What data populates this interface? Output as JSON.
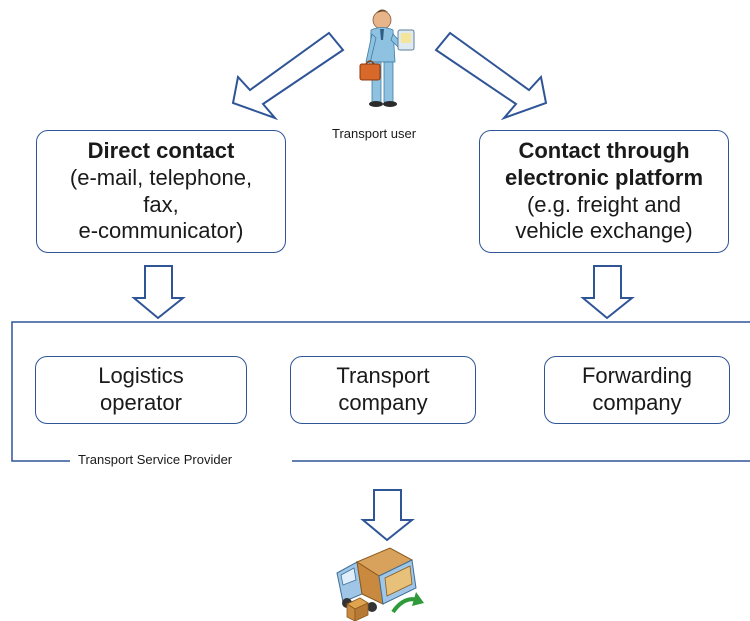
{
  "user": {
    "label": "Transport user"
  },
  "direct_contact": {
    "title": "Direct contact",
    "line1": "(e-mail, telephone,",
    "line2": "fax,",
    "line3": "e-communicator)"
  },
  "platform_contact": {
    "title_line1": "Contact through",
    "title_line2": "electronic platform",
    "line1": "(e.g. freight and",
    "line2": "vehicle exchange)"
  },
  "providers": {
    "group_label": "Transport Service Provider",
    "items": [
      {
        "line1": "Logistics",
        "line2": "operator"
      },
      {
        "line1": "Transport",
        "line2": "company"
      },
      {
        "line1": "Forwarding",
        "line2": "company"
      }
    ]
  },
  "colors": {
    "line": "#2f5597",
    "text": "#1a1a1a"
  },
  "icons": {
    "user": "person-with-briefcase-icon",
    "truck": "delivery-truck-icon"
  }
}
